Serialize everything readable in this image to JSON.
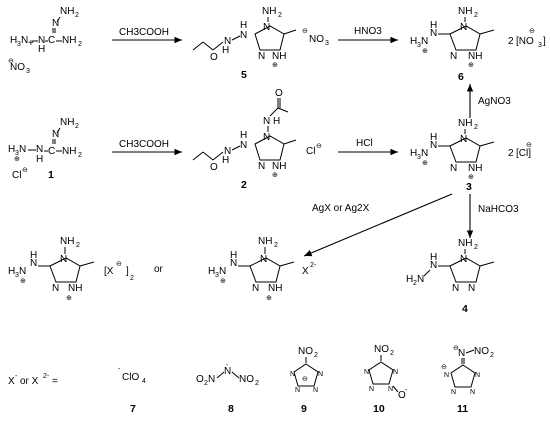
{
  "compounds": {
    "c1": {
      "number": "1"
    },
    "c2": {
      "number": "2"
    },
    "c3": {
      "number": "3"
    },
    "c4": {
      "number": "4"
    },
    "c5": {
      "number": "5"
    },
    "c6": {
      "number": "6"
    },
    "c7": {
      "number": "7"
    },
    "c8": {
      "number": "8"
    },
    "c9": {
      "number": "9"
    },
    "c10": {
      "number": "10"
    },
    "c11": {
      "number": "11"
    }
  },
  "reagents": {
    "r1": "CH3COOH",
    "r2": "HNO3",
    "r3": "CH3COOH",
    "r4": "HCl",
    "r5": "AgNO3",
    "r6": "NaHCO3",
    "r7": "AgX or Ag2X"
  },
  "labels": {
    "or": "or",
    "anion_prefix": "X- or X2- =",
    "x2_anion": "X2-"
  }
}
